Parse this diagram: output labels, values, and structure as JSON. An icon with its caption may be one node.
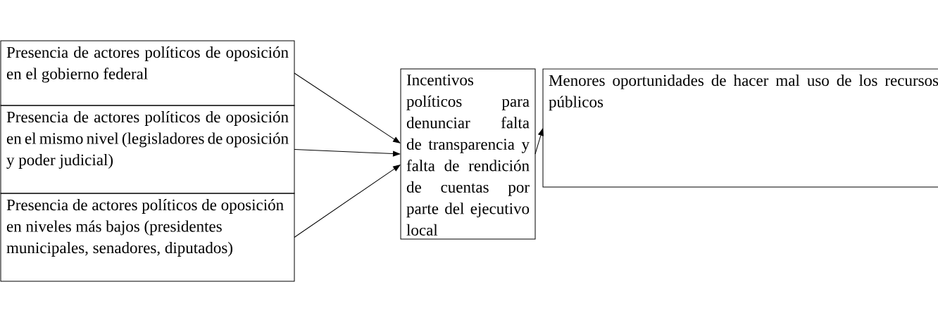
{
  "diagram": {
    "nodes": [
      {
        "text": [
          "Presencia de actores políticos de oposición en el gobierno federal"
        ]
      },
      {
        "text": [
          "Presencia de actores políticos de oposición en el mismo nivel (legisladores de oposición y poder judicial)"
        ]
      },
      {
        "text": [
          "Presencia de actores políticos de oposición en niveles más bajos (presidentes municipales, senadores, diputados)"
        ]
      },
      {
        "text": [
          "Incentivos políticos para denunciar falta de transparencia y falta de rendición de cuentas por parte del ejecutivo local"
        ]
      },
      {
        "text": [
          "Menores oportunidades de hacer mal uso de los recursos públicos"
        ]
      }
    ],
    "edges": [
      {
        "from": 0,
        "to": 3,
        "arrow": "to"
      },
      {
        "from": 1,
        "to": 3,
        "arrow": "to"
      },
      {
        "from": 2,
        "to": 3,
        "arrow": "to"
      },
      {
        "from": 3,
        "to": 4,
        "arrow": "to"
      }
    ]
  }
}
